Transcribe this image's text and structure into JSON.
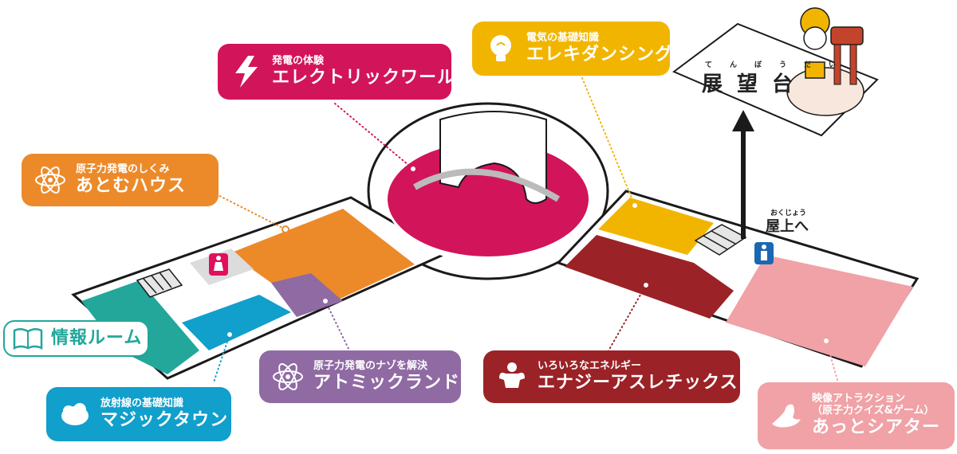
{
  "colors": {
    "electric": "#d2145a",
    "atom_house": "#ec8a2a",
    "magic_town": "#119fcc",
    "atomic_land": "#8f6aa3",
    "energy_athletics": "#9b2226",
    "eleki": "#f1b500",
    "theater": "#f0a2a6",
    "info_room": "#22a79a",
    "restroom": "#e0105c",
    "restroom_blue": "#1b67b1"
  },
  "labels": {
    "electric_world": {
      "sub": "発電の体験",
      "main": "エレクトリックワールド",
      "icon": "lightning-icon"
    },
    "eleki_dancing": {
      "sub": "電気の基礎知識",
      "main": "エレキダンシング",
      "icon": "lightbulb-icon"
    },
    "atom_house": {
      "sub": "原子力発電のしくみ",
      "main": "あとむハウス",
      "icon": "atom-icon"
    },
    "info_room": {
      "main": "情報ルーム",
      "icon": "book-icon"
    },
    "magic_town": {
      "sub": "放射線の基礎知識",
      "main": "マジックタウン",
      "icon": "cloud-icon"
    },
    "atomic_land": {
      "sub": "原子力発電のナゾを解決",
      "main": "アトミックランド",
      "icon": "atom-icon"
    },
    "energy_athletics": {
      "sub": "いろいろなエネルギー",
      "main": "エナジーアスレチックス",
      "icon": "muscle-icon"
    },
    "atto_theater": {
      "sub1": "映像アトラクション",
      "sub2": "（原子力クイズ&ゲーム）",
      "main": "あっとシアター",
      "icon": "seal-icon"
    }
  },
  "observatory": {
    "text": "展望台"
  },
  "rooftop": {
    "text": "屋上へ"
  },
  "furigana": {
    "observatory": [
      "てん",
      "ぼう",
      "だい"
    ],
    "rooftop": "おくじょう"
  }
}
